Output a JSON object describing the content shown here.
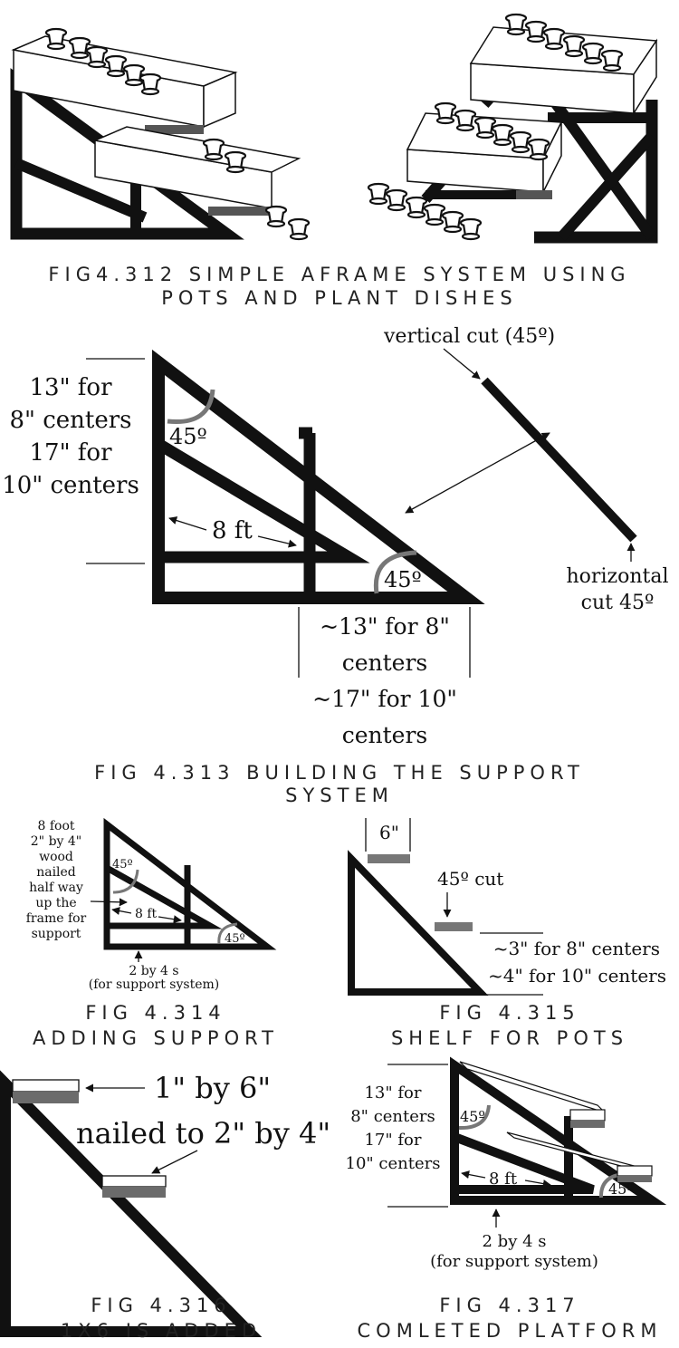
{
  "colors": {
    "ink": "#111111",
    "board_gray": "#6b6b6b",
    "board_light": "#ffffff",
    "caption": "#222222"
  },
  "fig312": {
    "caption_line1": "FIG4.312 SIMPLE AFRAME SYSTEM USING",
    "caption_line2": "POTS AND PLANT DISHES"
  },
  "fig313": {
    "caption_line1": "FIG 4.313 BUILDING THE SUPPORT",
    "caption_line2": "SYSTEM",
    "height_label": [
      "13\" for",
      "8\" centers",
      "17\" for",
      "10\" centers"
    ],
    "angle_top": "45º",
    "angle_bottom": "45º",
    "width_label": "8 ft",
    "base_label": [
      "~13\" for 8\"",
      "centers",
      "~17\" for 10\"",
      "centers"
    ],
    "vertical_cut": "vertical cut  (45º)",
    "horizontal_cut": [
      "horizontal",
      "cut  45º"
    ]
  },
  "fig314": {
    "caption_line1": "FIG 4.314",
    "caption_line2": "ADDING SUPPORT",
    "note": [
      "8 foot",
      "2\" by 4\"",
      "wood",
      "nailed",
      "half way",
      "up the",
      "frame for",
      "support"
    ],
    "angle_top": "45º",
    "angle_bottom": "45º",
    "width_label": "8 ft",
    "base_label": [
      "2 by 4 s",
      "(for support system)"
    ]
  },
  "fig315": {
    "caption_line1": "FIG 4.315",
    "caption_line2": "SHELF FOR POTS",
    "top_label": "6\"",
    "cut_label": "45º cut",
    "spacing": [
      "~3\" for 8\" centers",
      "~4\" for 10\" centers"
    ]
  },
  "fig316": {
    "caption_line1": "FIG 4.316",
    "caption_line2": "1X6 IS ADDED",
    "board_label": "1\" by 6\"",
    "nail_label": "nailed to 2\" by 4\""
  },
  "fig317": {
    "caption_line1": "FIG 4.317",
    "caption_line2": "COMLETED PLATFORM",
    "height_label": [
      "13\" for",
      "8\" centers",
      "17\" for",
      "10\" centers"
    ],
    "angle_top": "45º",
    "angle_bottom": "45º",
    "width_label": "8 ft",
    "base_label": [
      "2 by 4 s",
      "(for support system)"
    ]
  }
}
